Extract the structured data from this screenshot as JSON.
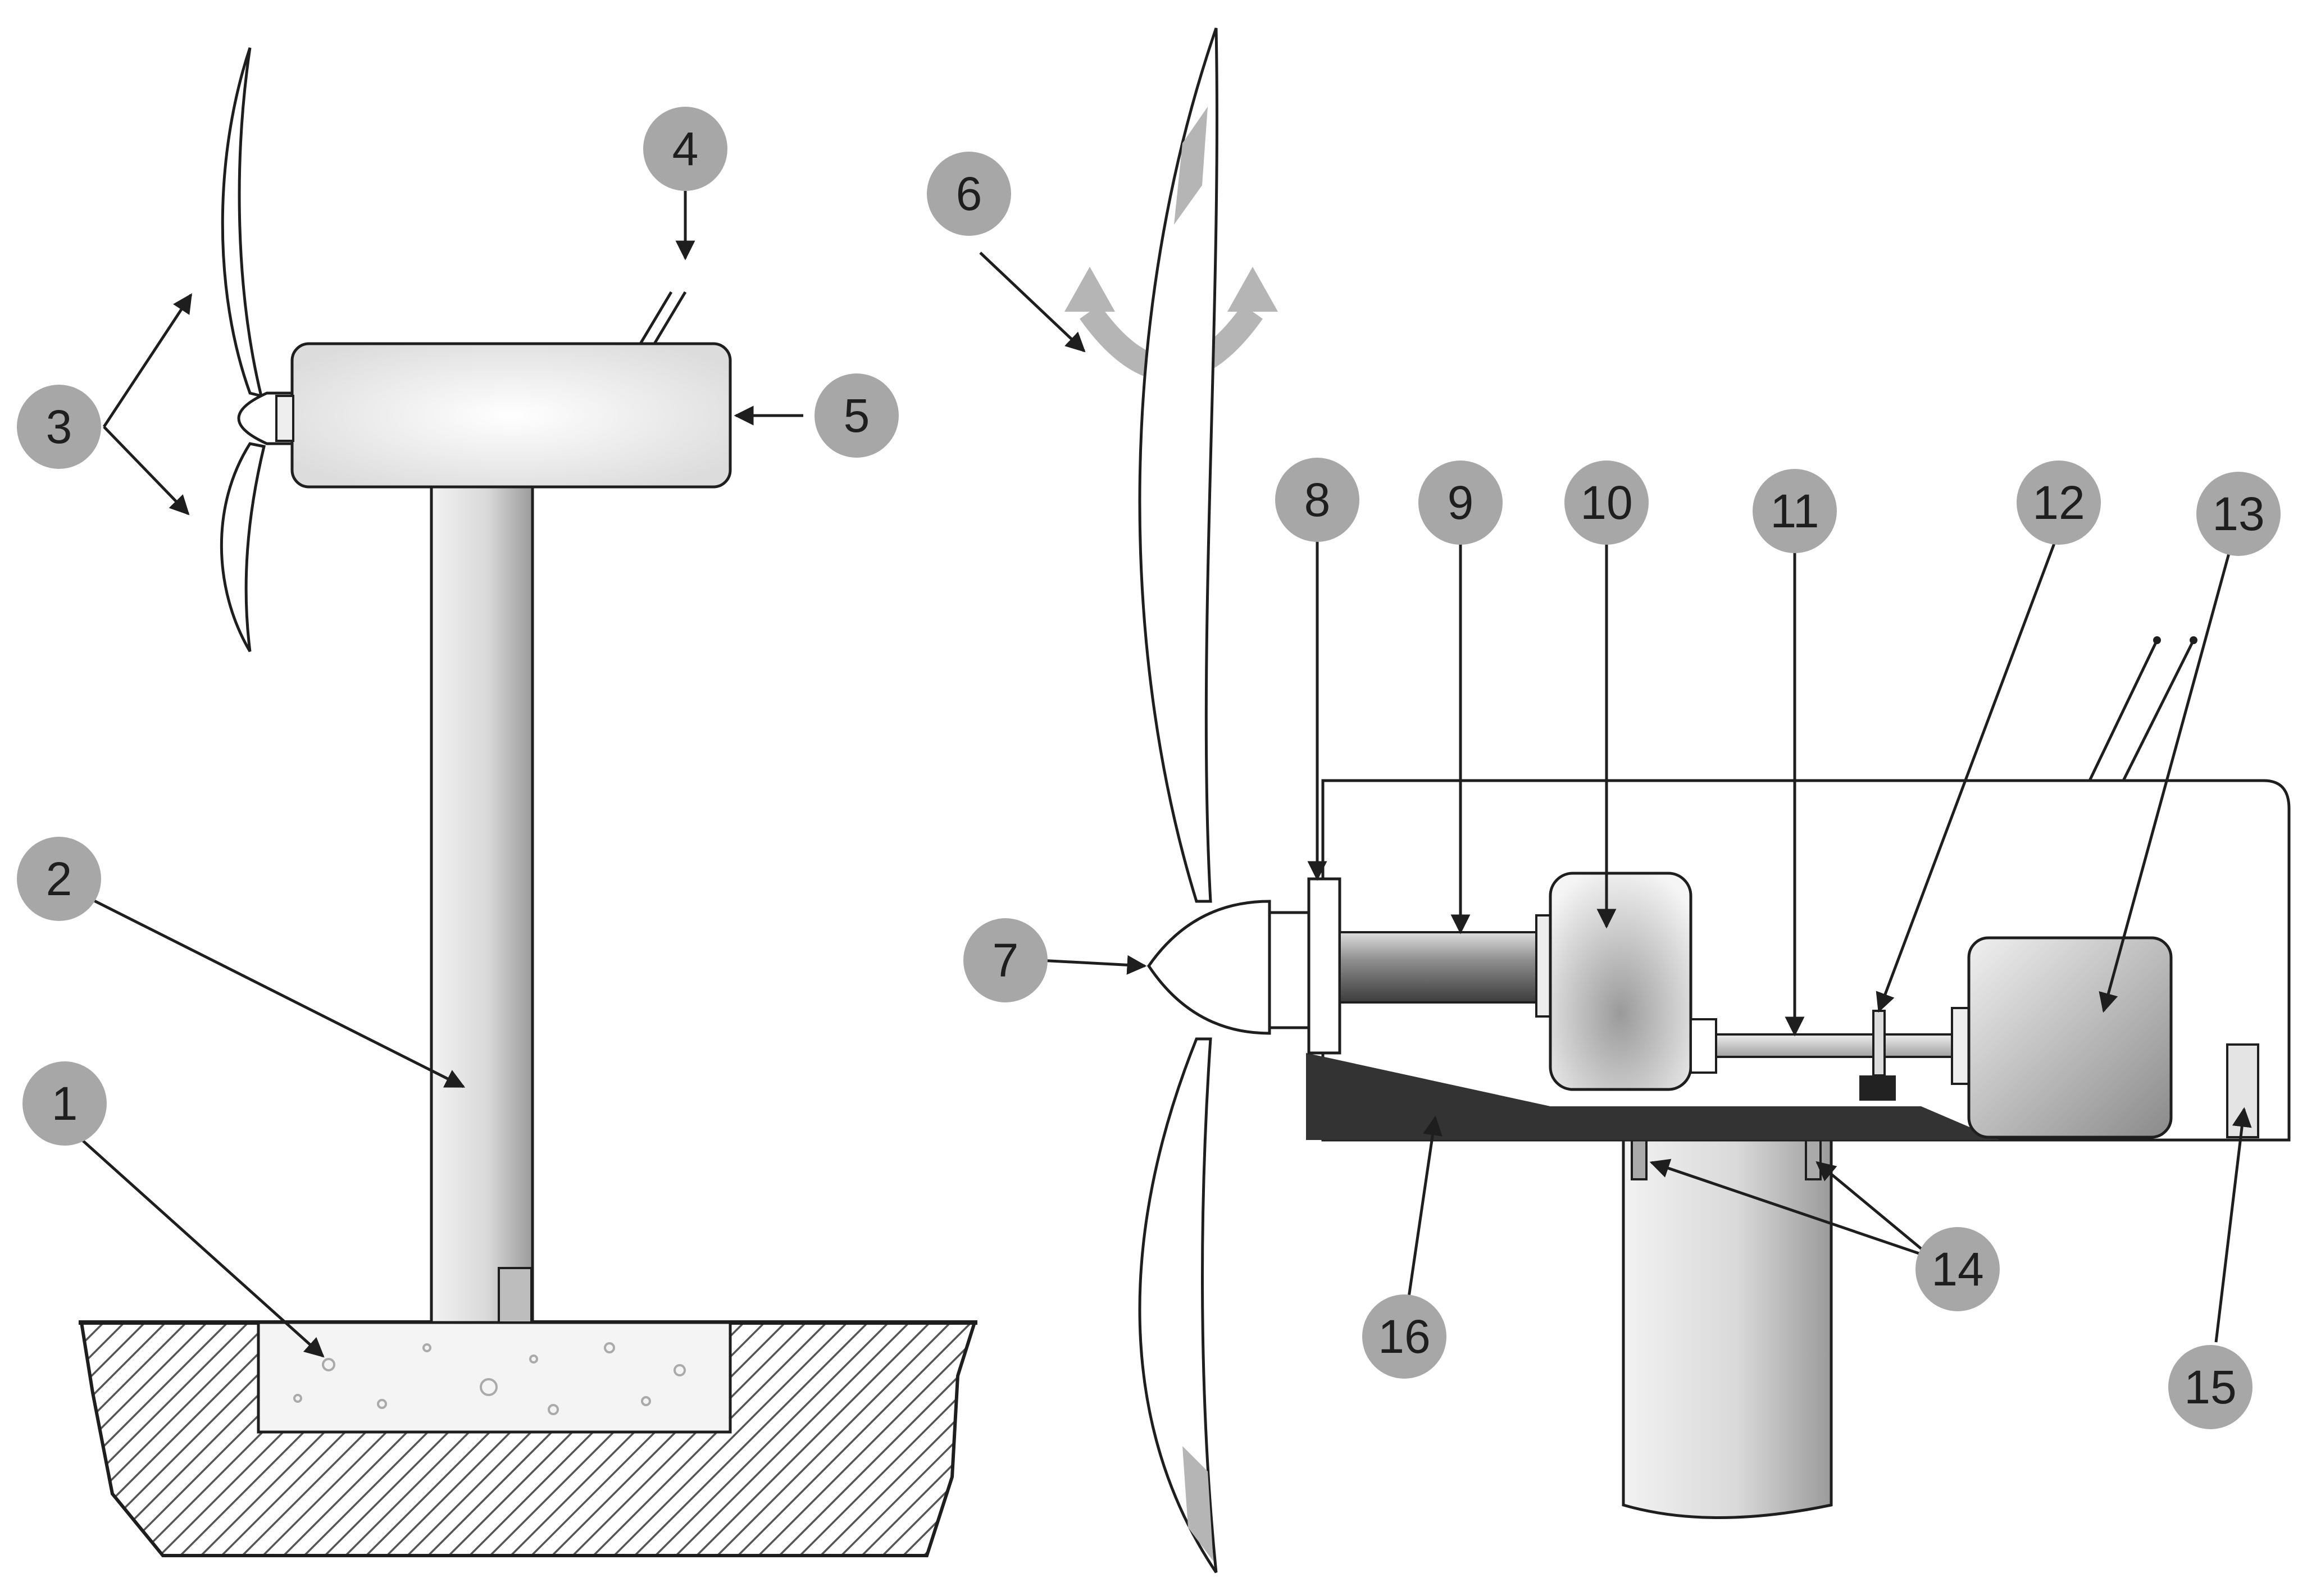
{
  "labels": {
    "1": "1",
    "2": "2",
    "3": "3",
    "4": "4",
    "5": "5",
    "6": "6",
    "7": "7",
    "8": "8",
    "9": "9",
    "10": "10",
    "11": "11",
    "12": "12",
    "13": "13",
    "14": "14",
    "15": "15",
    "16": "16"
  },
  "colors": {
    "badge": "#a7a7a7",
    "line": "#1e1e1e",
    "base_plate": "#333333",
    "yaw_arrow": "#b5b5b5",
    "hatch": "#555555"
  }
}
